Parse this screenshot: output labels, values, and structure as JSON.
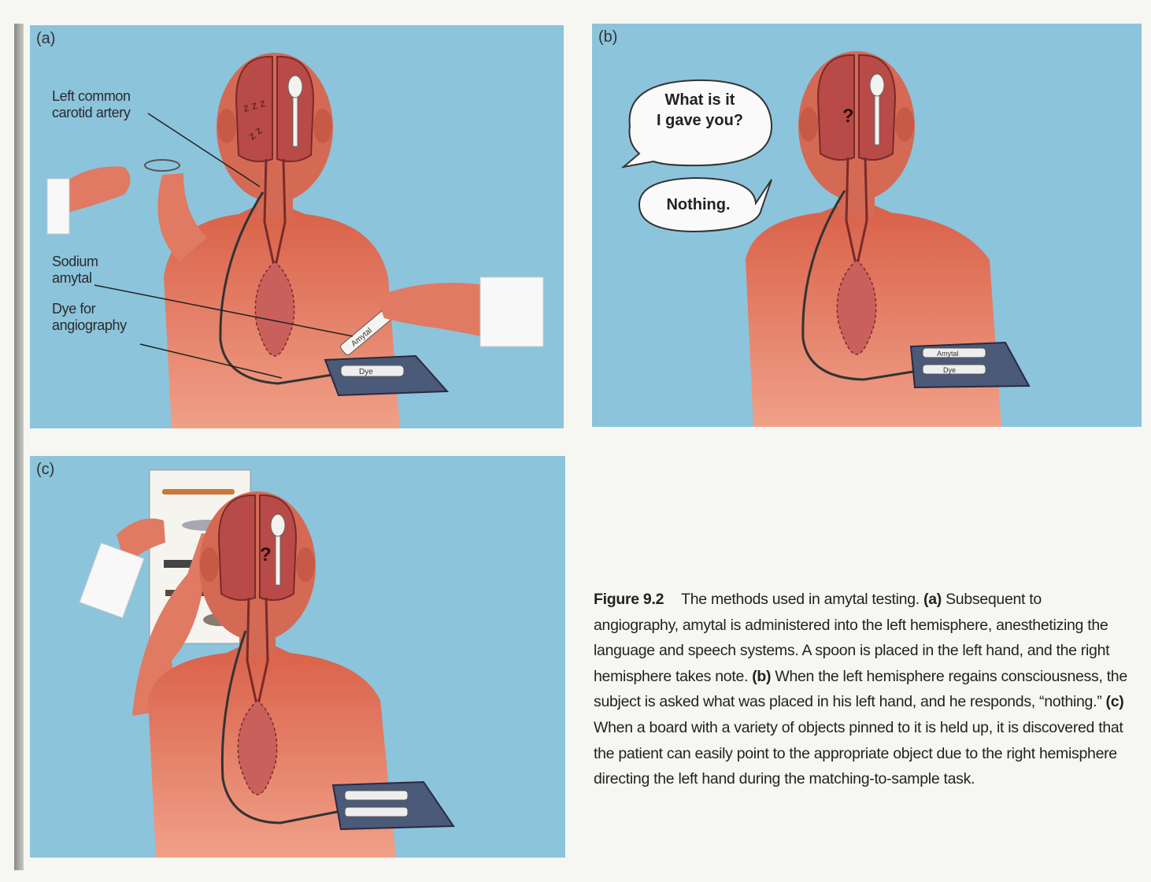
{
  "panels": {
    "a": {
      "label": "(a)",
      "callouts": {
        "carotid_line1": "Left common",
        "carotid_line2": "carotid artery",
        "amytal_line1": "Sodium",
        "amytal_line2": "amytal",
        "dye_line1": "Dye for",
        "dye_line2": "angiography"
      },
      "syringe_label": "Amytal",
      "tray_label": "Dye"
    },
    "b": {
      "label": "(b)",
      "bubble_question_line1": "What is it",
      "bubble_question_line2": "I gave you?",
      "bubble_answer": "Nothing.",
      "mark": "?",
      "tray_label_top": "Amytal",
      "tray_label_bottom": "Dye"
    },
    "c": {
      "label": "(c)",
      "mark": "?"
    }
  },
  "caption": {
    "figure_label": "Figure 9.2",
    "intro": "The methods used in amytal testing.",
    "part_a_label": "(a)",
    "part_a_text": "Subsequent to angiography, amytal is administered into the left hemisphere, anesthetizing the language and speech systems. A spoon is placed in the left hand, and the right hemisphere takes note.",
    "part_b_label": "(b)",
    "part_b_text": "When the left hemisphere regains consciousness, the subject is asked what was placed in his left hand, and he responds, “nothing.”",
    "part_c_label": "(c)",
    "part_c_text": "When a board with a variety of objects pinned to it is held up, it is discovered that the patient can easily point to the appropriate object due to the right hemisphere directing the left hand during the matching-to-sample task."
  },
  "colors": {
    "background_blue": "#8cc4dc",
    "skin": "#e07a62",
    "brain": "#b84a48",
    "heart": "#c9605c",
    "tray": "#4a5a78"
  }
}
